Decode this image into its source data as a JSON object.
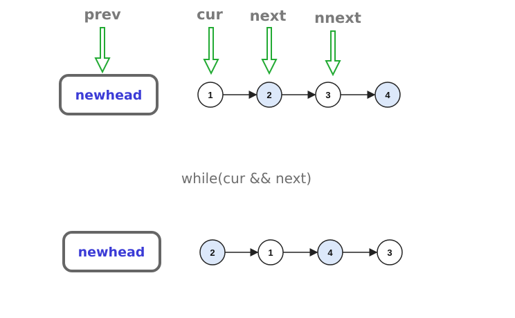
{
  "pointers": [
    "prev",
    "cur",
    "next",
    "nnext"
  ],
  "box_label": "newhead",
  "before_nodes": [
    {
      "label": "1",
      "highlighted": false
    },
    {
      "label": "2",
      "highlighted": true
    },
    {
      "label": "3",
      "highlighted": false
    },
    {
      "label": "4",
      "highlighted": true
    }
  ],
  "loop_condition": "while(cur && next)",
  "after_nodes": [
    {
      "label": "2",
      "highlighted": true
    },
    {
      "label": "1",
      "highlighted": false
    },
    {
      "label": "4",
      "highlighted": true
    },
    {
      "label": "3",
      "highlighted": false
    }
  ],
  "colors": {
    "pointer_arrow": "#22aa33",
    "pointer_text": "#7a7a7a",
    "box_border": "#666666",
    "box_text": "#3b3bd6",
    "node_fill_highlight": "#dce8fa",
    "node_fill_plain": "#ffffff",
    "node_stroke": "#222222"
  }
}
